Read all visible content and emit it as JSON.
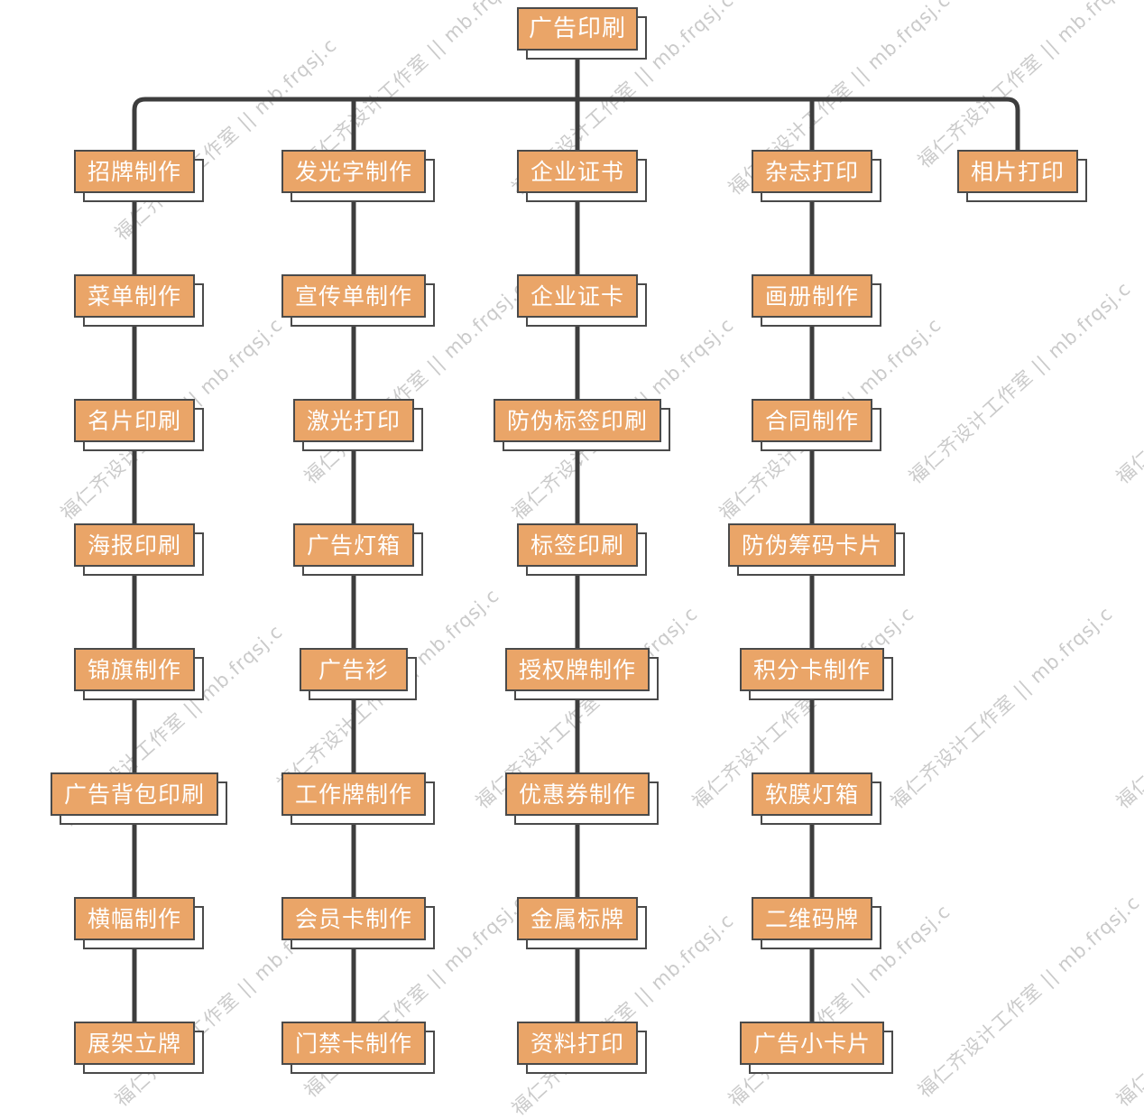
{
  "diagram": {
    "title": "广告印刷",
    "type": "organization-tree",
    "colors": {
      "node_fill": "#eaa568",
      "node_border": "#4a4a4a",
      "node_text": "#ffffff",
      "edge": "#3d3d3d",
      "shadow_fill": "#ffffff",
      "watermark": "#b9b9b9",
      "background": "#ffffff"
    },
    "root": {
      "label": "广告印刷"
    },
    "columns": [
      {
        "id": "col-1",
        "head": "招牌制作",
        "nodes": [
          "招牌制作",
          "菜单制作",
          "名片印刷",
          "海报印刷",
          "锦旗制作",
          "广告背包印刷",
          "横幅制作",
          "展架立牌"
        ]
      },
      {
        "id": "col-2",
        "head": "发光字制作",
        "nodes": [
          "发光字制作",
          "宣传单制作",
          "激光打印",
          "广告灯箱",
          "广告衫",
          "工作牌制作",
          "会员卡制作",
          "门禁卡制作"
        ]
      },
      {
        "id": "col-3",
        "head": "企业证书",
        "nodes": [
          "企业证书",
          "企业证卡",
          "防伪标签印刷",
          "标签印刷",
          "授权牌制作",
          "优惠券制作",
          "金属标牌",
          "资料打印"
        ]
      },
      {
        "id": "col-4",
        "head": "杂志打印",
        "nodes": [
          "杂志打印",
          "画册制作",
          "合同制作",
          "防伪筹码卡片",
          "积分卡制作",
          "软膜灯箱",
          "二维码牌",
          "广告小卡片"
        ]
      },
      {
        "id": "col-5",
        "head": "相片打印",
        "nodes": [
          "相片打印"
        ]
      }
    ],
    "watermark": {
      "text": "福仁齐设计工作室 || mb.frqsj.c",
      "short_text": "mb.frqsj.c"
    }
  }
}
